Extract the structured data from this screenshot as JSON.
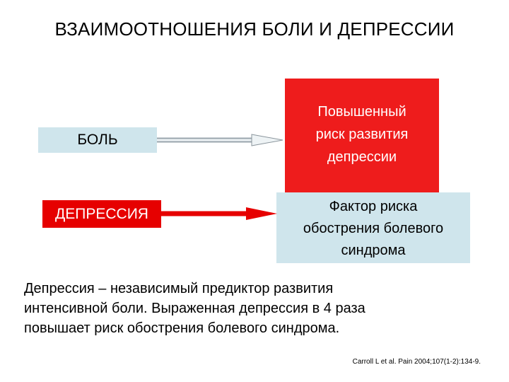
{
  "title": "ВЗАИМООТНОШЕНИЯ БОЛИ И ДЕПРЕССИИ",
  "nodes": {
    "pain": "БОЛЬ",
    "depression": "ДЕПРЕССИЯ",
    "risk_lines": [
      "Повышенный",
      "риск развития",
      "депрессии"
    ],
    "factor_lines": [
      "Фактор риска",
      "обострения болевого",
      "синдрома"
    ]
  },
  "body_lines": [
    "Депрессия – независимый предиктор развития",
    "интенсивной боли. Выраженная депрессия в 4 раза",
    "повышает риск обострения болевого синдрома."
  ],
  "citation": "Carroll L et al. Pain 2004;107(1-2):134-9.",
  "colors": {
    "red": "#e60000",
    "light_blue": "#cfe5ec",
    "arrow_red": "#e60000",
    "arrow_grey": "#9aa5ad"
  }
}
